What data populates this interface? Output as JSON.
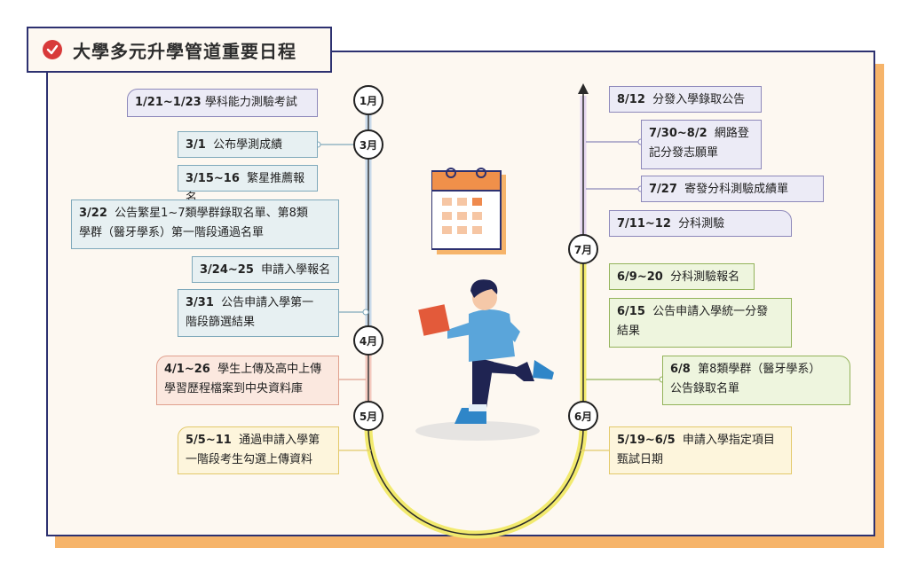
{
  "title": "大學多元升學管道重要日程",
  "months": {
    "jan": "1月",
    "mar": "3月",
    "apr": "4月",
    "may": "5月",
    "jun": "6月",
    "jul": "7月"
  },
  "left_events": [
    {
      "date": "1/21~1/23",
      "text": "學科能力測驗考試"
    },
    {
      "date": "3/1",
      "text": "公布學測成績"
    },
    {
      "date": "3/15~16",
      "text": "繁星推薦報名"
    },
    {
      "date": "3/22",
      "text": "公告繁星1~7類學群錄取名單、第8類",
      "text2": "學群（醫牙學系）第一階段通過名單"
    },
    {
      "date": "3/24~25",
      "text": "申請入學報名"
    },
    {
      "date": "3/31",
      "text": "公告申請入學第一",
      "text2": "階段篩選結果"
    },
    {
      "date": "4/1~26",
      "text": "學生上傳及高中上傳",
      "text2": "學習歷程檔案到中央資料庫"
    },
    {
      "date": "5/5~11",
      "text": "通過申請入學第",
      "text2": "一階段考生勾選上傳資料"
    }
  ],
  "right_events": [
    {
      "date": "8/12",
      "text": "分發入學錄取公告"
    },
    {
      "date": "7/30~8/2",
      "text": "網路登",
      "text2": "記分發志願單"
    },
    {
      "date": "7/27",
      "text": "寄發分科測驗成績單"
    },
    {
      "date": "7/11~12",
      "text": "分科測驗"
    },
    {
      "date": "6/9~20",
      "text": "分科測驗報名"
    },
    {
      "date": "6/15",
      "text": "公告申請入學統一分發",
      "text2": "結果"
    },
    {
      "date": "6/8",
      "text": "第8類學群（醫牙學系）",
      "text2": "公告錄取名單"
    },
    {
      "date": "5/19~6/5",
      "text": "申請入學指定項目",
      "text2": "甄試日期"
    }
  ],
  "icons": {
    "title": "check-circle-icon",
    "calendar": "calendar-icon",
    "person": "running-student-illustration"
  },
  "colors": {
    "navy": "#2d3170",
    "accent_orange": "#f6b46a",
    "track_yellow": "#f2ea6e",
    "track_blue": "#c9daea",
    "track_lavender": "#e4d6ef"
  }
}
